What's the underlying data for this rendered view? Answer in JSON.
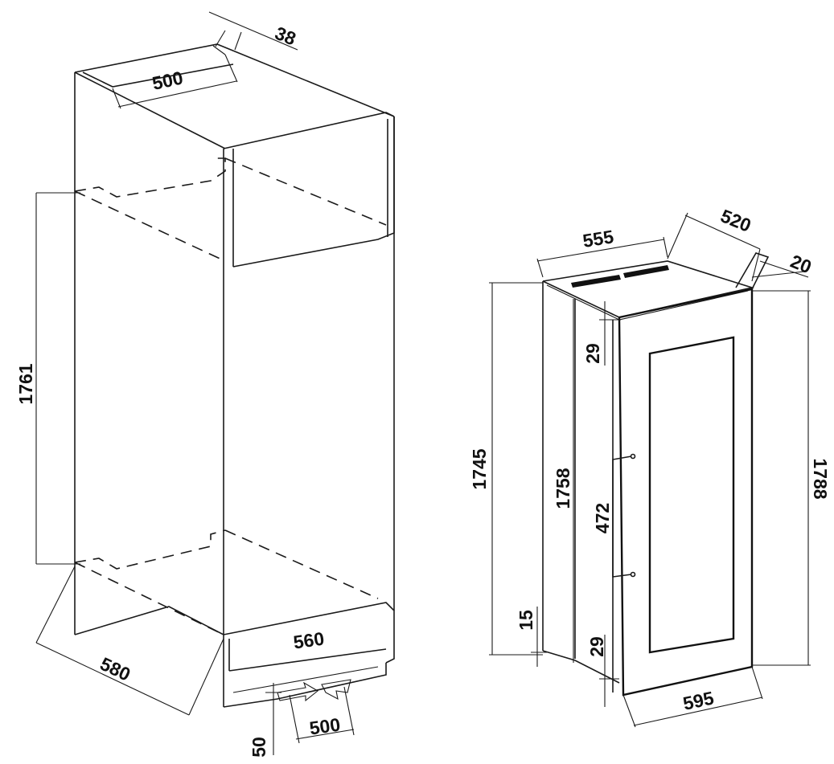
{
  "diagram": {
    "cabinet": {
      "top_width": "500",
      "top_depth": "38",
      "opening_height": "1761",
      "base_width": "560",
      "base_depth": "580",
      "vent_height": "50",
      "vent_width": "500"
    },
    "appliance": {
      "width": "555",
      "depth": "520",
      "rear_gap": "20",
      "height_front": "1745",
      "height_body": "1758",
      "height_total": "1788",
      "top_offset": "29",
      "bottom_offset": "29",
      "handle_length": "472",
      "base_offset": "15",
      "door_width": "595"
    }
  },
  "colors": {
    "line": "#1a1a1a",
    "background": "#ffffff"
  },
  "icons": {
    "airflow": "airflow-arrow-icon",
    "vents": "vent-slot-icon"
  }
}
